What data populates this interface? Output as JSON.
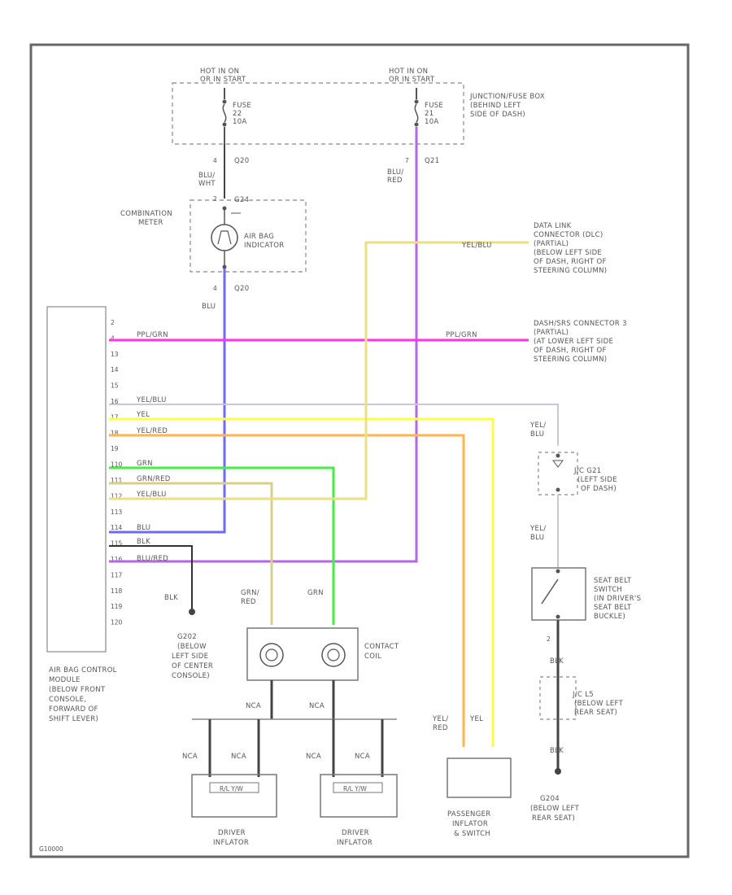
{
  "colors": {
    "purple": "#b266e8",
    "pink": "#ff33e8",
    "blue": "#6b6bff",
    "yellow": "#ffff44",
    "orange": "#ffb64d",
    "green": "#44ee44",
    "olive": "#d8cf88",
    "yelblu": "#e8e088",
    "gray": "#c8c8d8",
    "wire_black": "#333333"
  },
  "fuse_box": {
    "hot1": [
      "HOT IN ON",
      "OR IN START"
    ],
    "hot2": [
      "HOT IN ON",
      "OR IN START"
    ],
    "fuse22": [
      "FUSE",
      "22",
      "10A"
    ],
    "fuse21": [
      "FUSE",
      "21",
      "10A"
    ],
    "label": [
      "JUNCTION/FUSE BOX",
      "(BEHIND LEFT",
      "SIDE OF DASH)"
    ]
  },
  "wire_labels": {
    "w_q20_pin": "4",
    "w_q20": "Q20",
    "w_q21_pin": "7",
    "w_q21": "Q21",
    "w_blu_wht": [
      "BLU/",
      "WHT"
    ],
    "w_blu_red": [
      "BLU/",
      "RED"
    ],
    "w_blu": "BLU",
    "yel_blu": "YEL/BLU",
    "ppl_grn": "PPL/GRN",
    "yel_blu2": [
      "YEL/",
      "BLU"
    ],
    "yel_blu3": [
      "YEL/",
      "BLU"
    ],
    "grn_red": [
      "GRN/",
      "RED"
    ],
    "grn": "GRN",
    "nca1": "NCA",
    "nca2": "NCA",
    "nca3": "NCA",
    "nca4": "NCA",
    "nca5": "NCA",
    "nca6": "NCA",
    "yel_red": [
      "YEL/",
      "RED"
    ],
    "yel": "YEL",
    "blk1": "BLK",
    "blk2": "BLK",
    "blk3": "BLK",
    "pin_2": "2",
    "pin_2b": "2",
    "pin_4": "4"
  },
  "combination_meter": {
    "label": [
      "COMBINATION",
      "METER"
    ],
    "indicator": [
      "AIR BAG",
      "INDICATOR"
    ],
    "conn": "G24"
  },
  "dlc": [
    "DATA LINK",
    "CONNECTOR (DLC)",
    "(PARTIAL)",
    "(BELOW LEFT SIDE",
    "OF DASH, RIGHT OF",
    "STEERING COLUMN)"
  ],
  "dash_conn": [
    "DASH/SRS CONNECTOR 3",
    "(PARTIAL)",
    "(AT LOWER LEFT SIDE",
    "OF DASH, RIGHT OF",
    "STEERING COLUMN)"
  ],
  "module": {
    "pins": [
      "2",
      "4",
      "13",
      "14",
      "15",
      "16",
      "17",
      "18",
      "19",
      "110",
      "111",
      "112",
      "113",
      "114",
      "115",
      "116",
      "117",
      "118",
      "119",
      "120"
    ],
    "wires": [
      "PPL/GRN",
      "YEL/BLU",
      "YEL",
      "YEL/RED",
      "GRN",
      "GRN/RED",
      "YEL/BLU",
      "BLU",
      "BLK",
      "BLU/RED"
    ],
    "label": [
      "AIR BAG CONTROL",
      "MODULE",
      "(BELOW FRONT",
      "CONSOLE,",
      "FORWARD OF",
      "SHIFT LEVER)"
    ]
  },
  "ground_g202": [
    "G202",
    "(BELOW",
    "LEFT SIDE",
    "OF CENTER",
    "CONSOLE)"
  ],
  "ground_g204": [
    "G204",
    "(BELOW LEFT",
    "REAR SEAT)"
  ],
  "jc_g21": [
    "J/C G21",
    "(LEFT SIDE",
    "OF DASH)"
  ],
  "jc_d": [
    "J/C L5",
    "(BELOW LEFT",
    "REAR SEAT)"
  ],
  "seat_belt": [
    "SEAT BELT",
    "SWITCH",
    "(IN DRIVER'S",
    "SEAT BELT",
    "BUCKLE)"
  ],
  "contact_coil": [
    "CONTACT",
    "COIL"
  ],
  "inflator_left": [
    "DRIVER",
    "INFLATOR"
  ],
  "inflator_right": [
    "DRIVER",
    "INFLATOR"
  ],
  "inflator_inner": "R/L Y/W",
  "passenger": [
    "PASSENGER",
    "INFLATOR",
    "& SWITCH"
  ],
  "footer_code": "G10000"
}
